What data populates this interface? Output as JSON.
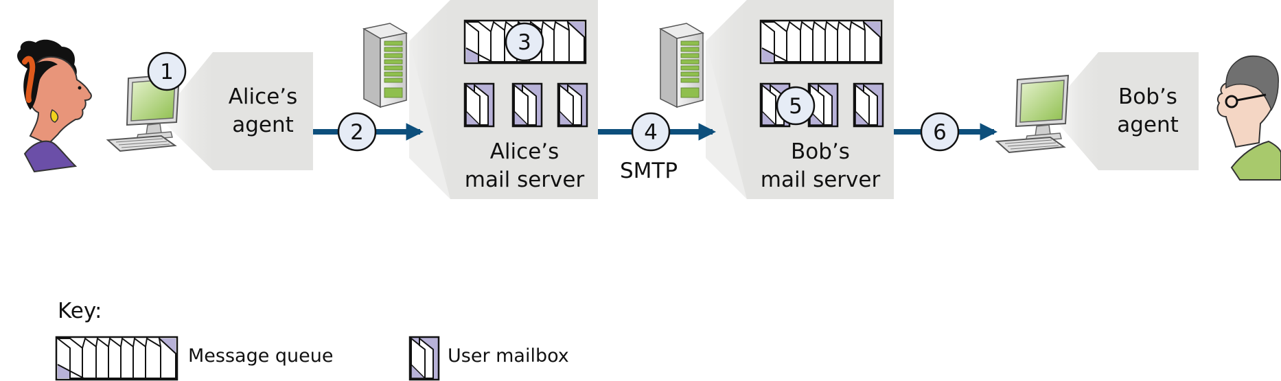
{
  "alice_agent": {
    "line1": "Alice’s",
    "line2": "agent"
  },
  "alice_server": {
    "line1": "Alice’s",
    "line2": "mail server"
  },
  "bob_server": {
    "line1": "Bob’s",
    "line2": "mail server"
  },
  "bob_agent": {
    "line1": "Bob’s",
    "line2": "agent"
  },
  "protocol_label": "SMTP",
  "steps": [
    "1",
    "2",
    "3",
    "4",
    "5",
    "6"
  ],
  "key": {
    "title": "Key:",
    "message_queue": "Message queue",
    "user_mailbox": "User mailbox"
  },
  "colors": {
    "arrow": "#0d4f7c",
    "panel": "#e3e3e1",
    "badge_fill": "#e6ecf6",
    "queue_accent": "#b8b2d8",
    "screen": "#9cc65a"
  },
  "icons": [
    "alice-person-icon",
    "bob-person-icon",
    "computer-icon",
    "server-tower-icon"
  ]
}
